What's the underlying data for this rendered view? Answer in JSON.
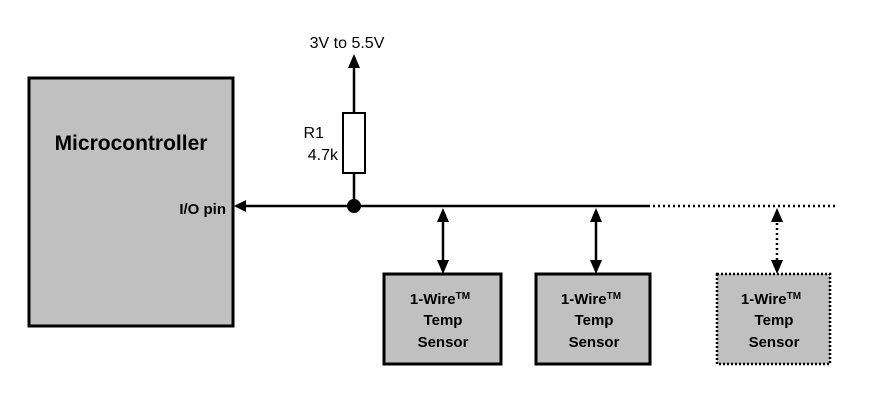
{
  "diagram": {
    "supply": {
      "label": "3V to 5.5V"
    },
    "resistor": {
      "name": "R1",
      "value": "4.7k"
    },
    "microcontroller": {
      "title": "Microcontroller",
      "pin_label": "I/O pin"
    },
    "sensors": [
      {
        "line1": "1-Wire",
        "tm": "TM",
        "line2": "Temp",
        "line3": "Sensor",
        "style": "solid"
      },
      {
        "line1": "1-Wire",
        "tm": "TM",
        "line2": "Temp",
        "line3": "Sensor",
        "style": "solid"
      },
      {
        "line1": "1-Wire",
        "tm": "TM",
        "line2": "Temp",
        "line3": "Sensor",
        "style": "dotted"
      }
    ],
    "colors": {
      "box_fill": "#c0c0c0",
      "stroke": "#000000"
    }
  }
}
